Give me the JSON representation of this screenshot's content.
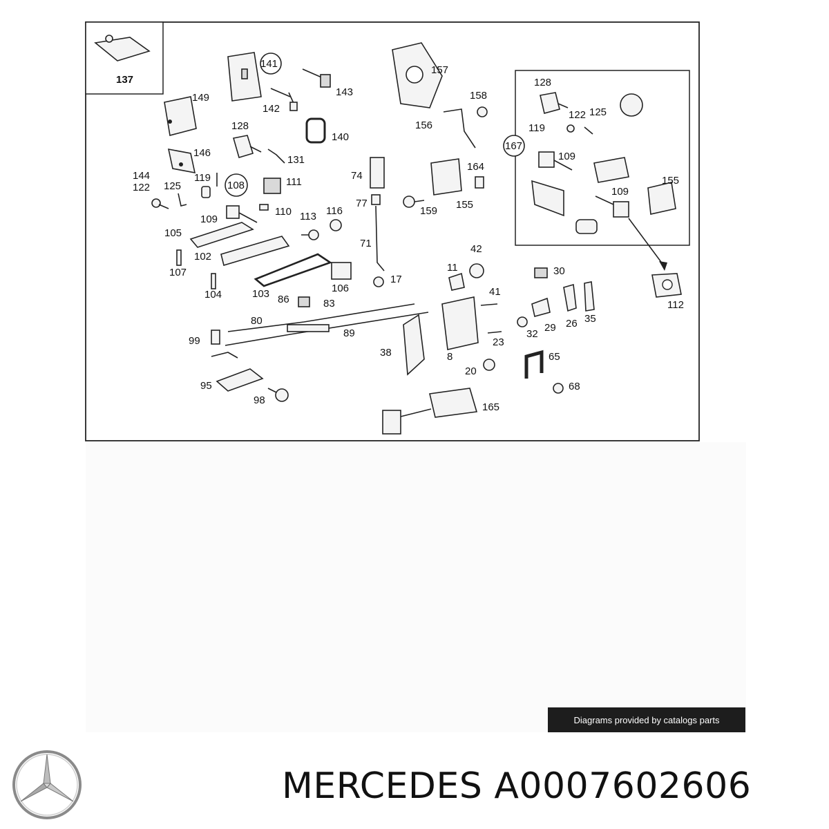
{
  "diagram": {
    "parts": [
      {
        "id": "137",
        "label": "137"
      },
      {
        "id": "141",
        "label": "141"
      },
      {
        "id": "142",
        "label": "142"
      },
      {
        "id": "143",
        "label": "143"
      },
      {
        "id": "149",
        "label": "149"
      },
      {
        "id": "140",
        "label": "140"
      },
      {
        "id": "128a",
        "label": "128"
      },
      {
        "id": "131",
        "label": "131"
      },
      {
        "id": "146",
        "label": "146"
      },
      {
        "id": "144",
        "label": "144"
      },
      {
        "id": "122a",
        "label": "122"
      },
      {
        "id": "125a",
        "label": "125"
      },
      {
        "id": "119a",
        "label": "119"
      },
      {
        "id": "108",
        "label": "108"
      },
      {
        "id": "111",
        "label": "111"
      },
      {
        "id": "110",
        "label": "110"
      },
      {
        "id": "109a",
        "label": "109"
      },
      {
        "id": "105",
        "label": "105"
      },
      {
        "id": "102",
        "label": "102"
      },
      {
        "id": "107",
        "label": "107"
      },
      {
        "id": "104",
        "label": "104"
      },
      {
        "id": "103",
        "label": "103"
      },
      {
        "id": "113",
        "label": "113"
      },
      {
        "id": "116",
        "label": "116"
      },
      {
        "id": "106",
        "label": "106"
      },
      {
        "id": "74",
        "label": "74"
      },
      {
        "id": "77",
        "label": "77"
      },
      {
        "id": "71",
        "label": "71"
      },
      {
        "id": "17",
        "label": "17"
      },
      {
        "id": "86",
        "label": "86"
      },
      {
        "id": "83",
        "label": "83"
      },
      {
        "id": "80",
        "label": "80"
      },
      {
        "id": "89",
        "label": "89"
      },
      {
        "id": "99",
        "label": "99"
      },
      {
        "id": "95",
        "label": "95"
      },
      {
        "id": "98",
        "label": "98"
      },
      {
        "id": "157",
        "label": "157"
      },
      {
        "id": "158",
        "label": "158"
      },
      {
        "id": "156",
        "label": "156"
      },
      {
        "id": "164",
        "label": "164"
      },
      {
        "id": "155a",
        "label": "155"
      },
      {
        "id": "159",
        "label": "159"
      },
      {
        "id": "42",
        "label": "42"
      },
      {
        "id": "11",
        "label": "11"
      },
      {
        "id": "41",
        "label": "41"
      },
      {
        "id": "23",
        "label": "23"
      },
      {
        "id": "8",
        "label": "8"
      },
      {
        "id": "20",
        "label": "20"
      },
      {
        "id": "38",
        "label": "38"
      },
      {
        "id": "30",
        "label": "30"
      },
      {
        "id": "29",
        "label": "29"
      },
      {
        "id": "26",
        "label": "26"
      },
      {
        "id": "35",
        "label": "35"
      },
      {
        "id": "32",
        "label": "32"
      },
      {
        "id": "65",
        "label": "65"
      },
      {
        "id": "68",
        "label": "68"
      },
      {
        "id": "165",
        "label": "165"
      },
      {
        "id": "128b",
        "label": "128"
      },
      {
        "id": "122b",
        "label": "122"
      },
      {
        "id": "125b",
        "label": "125"
      },
      {
        "id": "119b",
        "label": "119"
      },
      {
        "id": "167",
        "label": "167"
      },
      {
        "id": "109b",
        "label": "109"
      },
      {
        "id": "155b",
        "label": "155"
      },
      {
        "id": "109c",
        "label": "109"
      },
      {
        "id": "112",
        "label": "112"
      }
    ]
  },
  "watermark": "Diagrams provided by catalogs parts",
  "brand_title": "MERCEDES A0007602606",
  "icons": {
    "logo": "mercedes-star-icon"
  },
  "colors": {
    "line": "#222222",
    "watermark_bg": "#1d1d1d",
    "watermark_text": "#ffffff"
  }
}
